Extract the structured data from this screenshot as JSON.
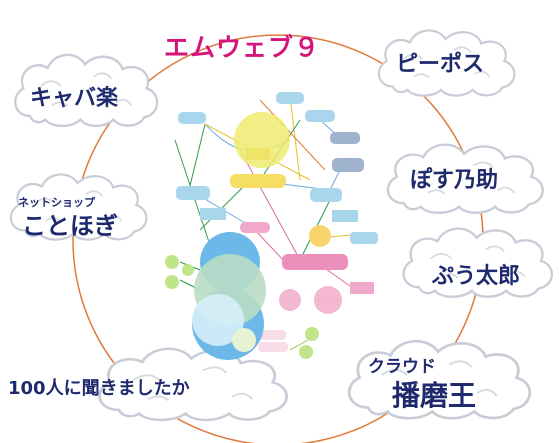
{
  "title": "エムウェブ９",
  "nodes": {
    "cabaraku": "キャバ楽",
    "netshop_ruby": "ネットショップ",
    "netshop": "ことほぎ",
    "survey": "100人に聞きましたか",
    "peepos": "ピーポス",
    "posunosuke": "ぽす乃助",
    "putaro": "ぷう太郎",
    "cloud_ruby": "クラウド",
    "cloud": "播磨王"
  },
  "colors": {
    "title": "#d4147a",
    "node_text": "#1f2a6e",
    "ring": "#e07a3c",
    "cloud_stroke": "#c8ccd6"
  }
}
